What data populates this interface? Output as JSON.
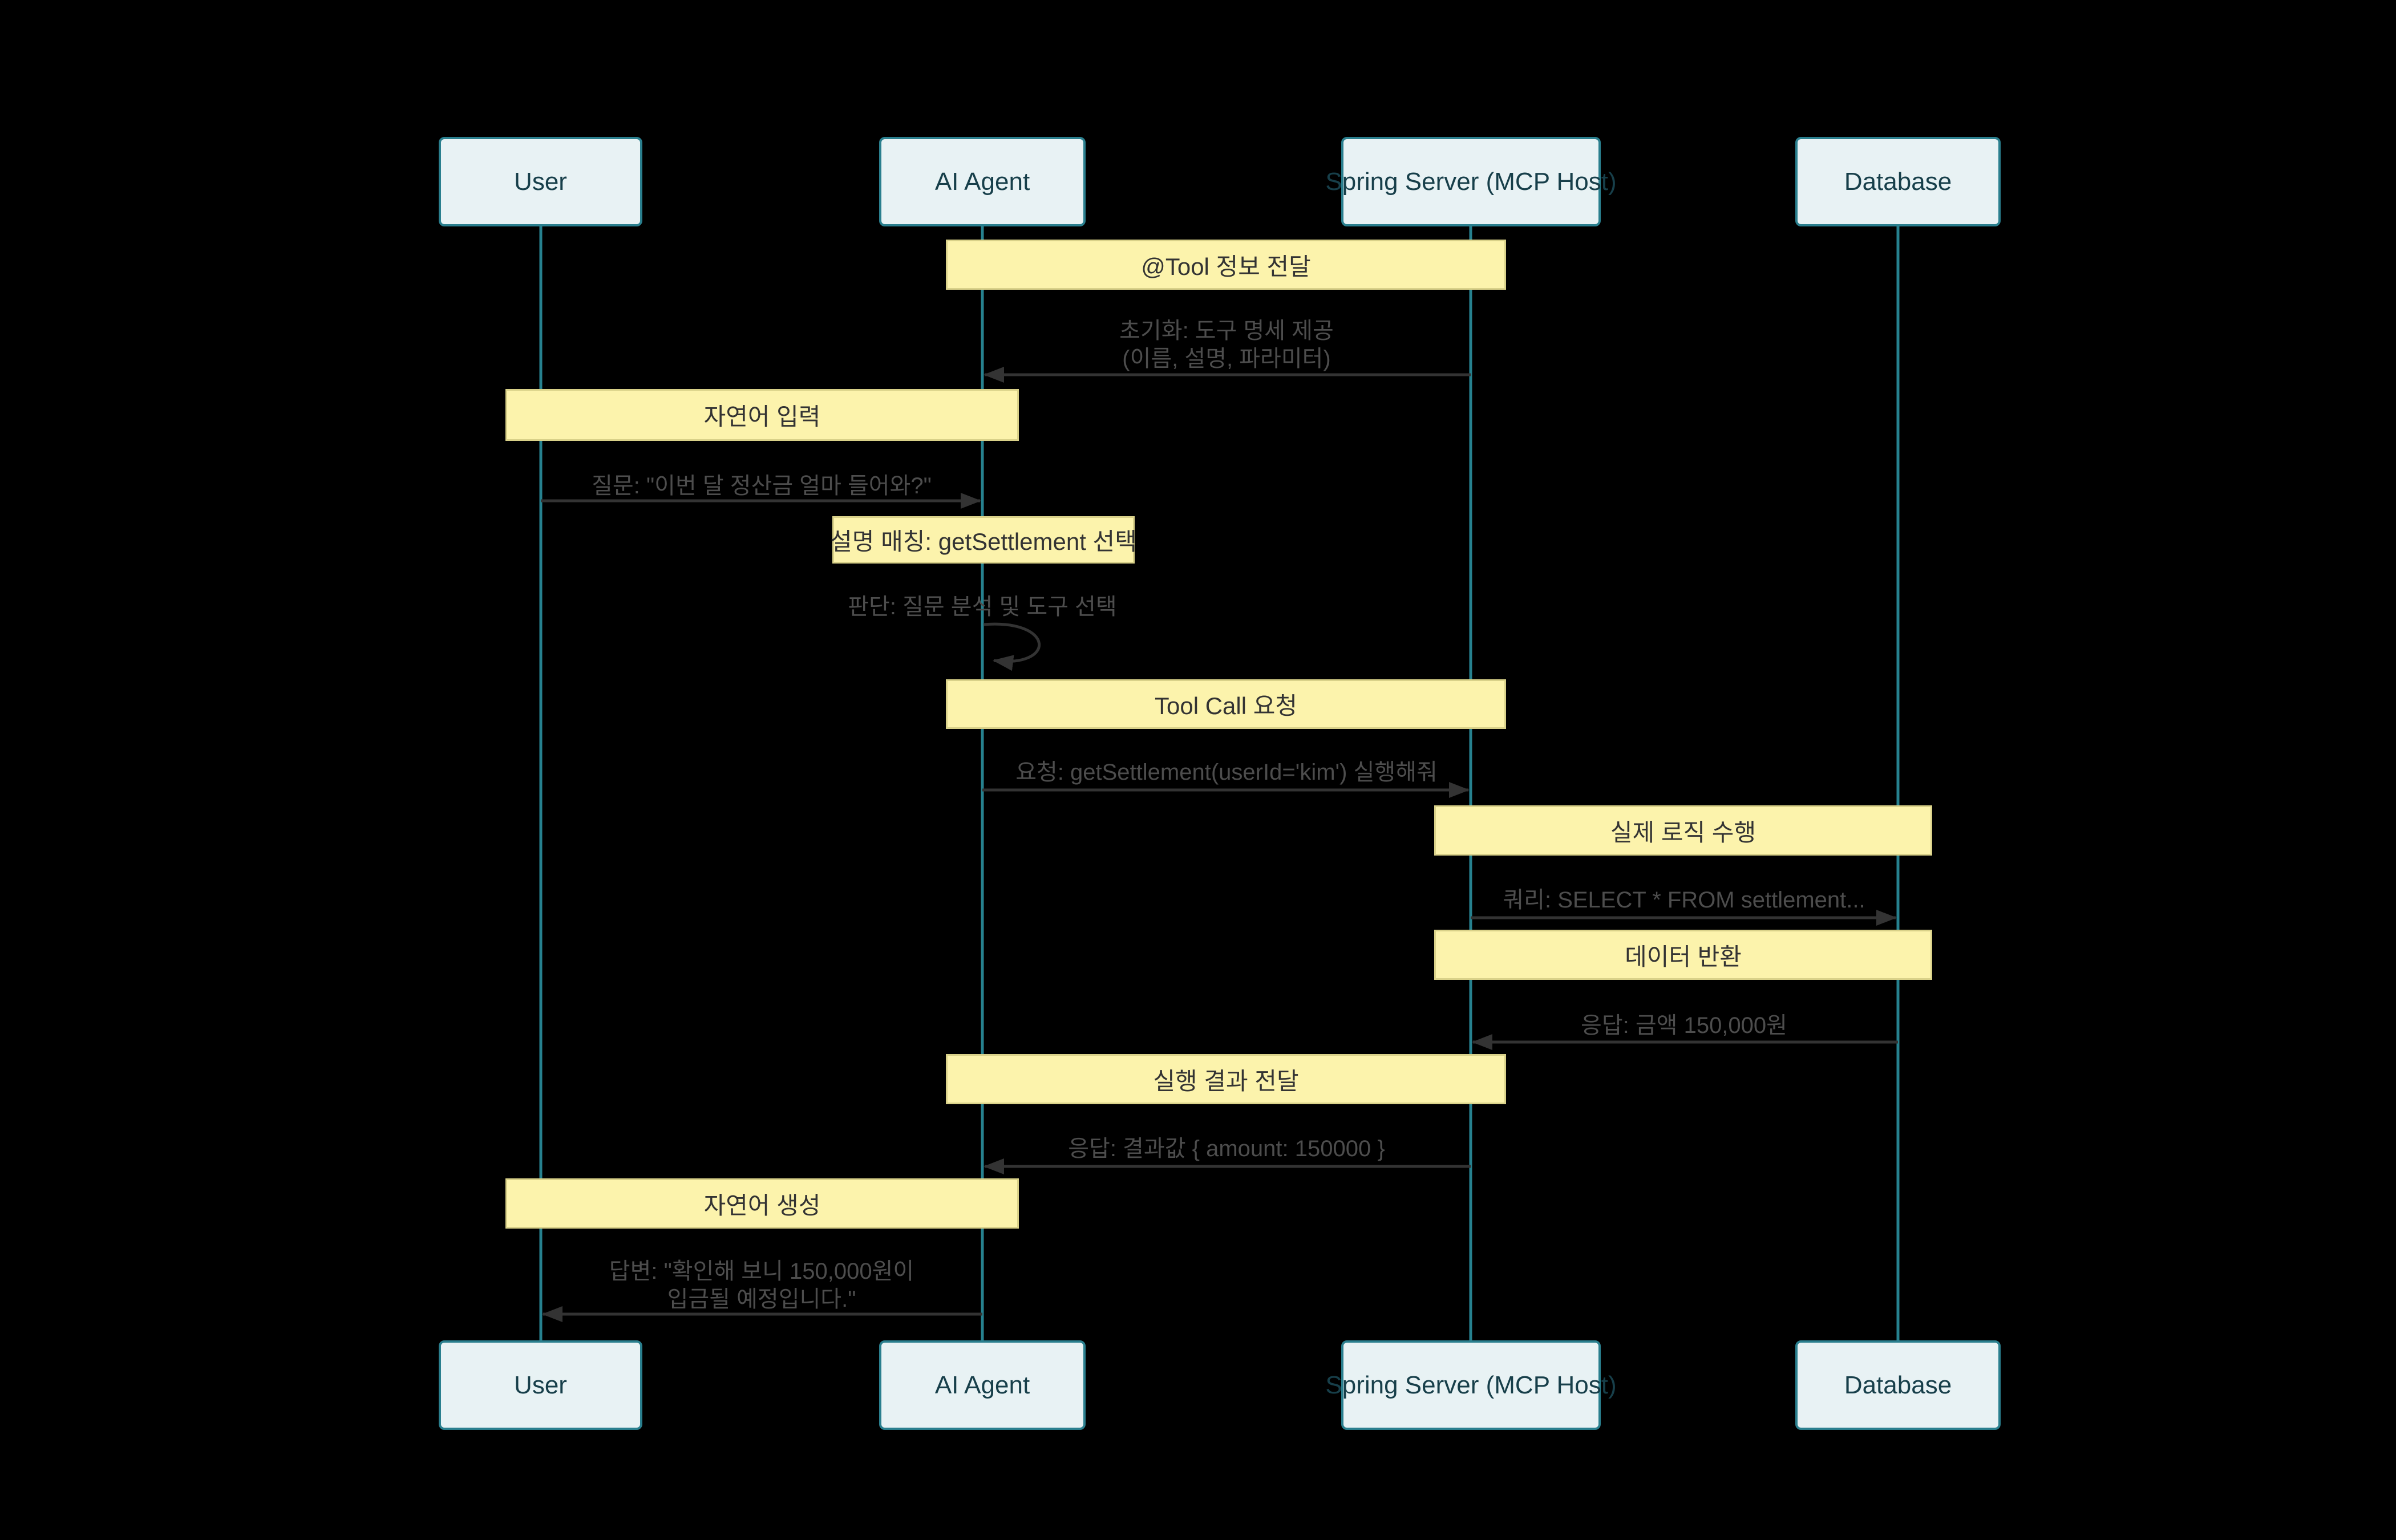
{
  "diagram": {
    "type": "sequence-diagram",
    "background_color": "#000000"
  },
  "colors": {
    "actor_fill": "#e8f2f4",
    "actor_border": "#2a7f8e",
    "actor_text": "#173f4a",
    "lifeline": "#26818f",
    "note_fill": "#fcf3ac",
    "note_border": "#d9d189",
    "note_text": "#333333",
    "message_text": "#4d4d4d",
    "arrow": "#333333"
  },
  "actors": [
    {
      "name": "User"
    },
    {
      "name": "AI Agent"
    },
    {
      "name": "Spring Server (MCP Host)"
    },
    {
      "name": "Database"
    }
  ],
  "notes": [
    {
      "label": "@Tool 정보 전달",
      "over": "AI Agent, Spring Server (MCP Host)"
    },
    {
      "label": "자연어 입력",
      "over": "User, AI Agent"
    },
    {
      "label": "설명 매칭: getSettlement 선택",
      "over": "AI Agent"
    },
    {
      "label": "Tool Call 요청",
      "over": "AI Agent, Spring Server (MCP Host)"
    },
    {
      "label": "실제 로직 수행",
      "over": "Spring Server (MCP Host), Database"
    },
    {
      "label": "데이터 반환",
      "over": "Spring Server (MCP Host), Database"
    },
    {
      "label": "실행 결과 전달",
      "over": "AI Agent, Spring Server (MCP Host)"
    },
    {
      "label": "자연어 생성",
      "over": "User, AI Agent"
    }
  ],
  "messages": [
    {
      "text": "초기화: 도구 명세 제공\n(이름, 설명, 파라미터)",
      "from": "Spring Server (MCP Host)",
      "to": "AI Agent"
    },
    {
      "text": "질문: \"이번 달 정산금 얼마 들어와?\"",
      "from": "User",
      "to": "AI Agent"
    },
    {
      "text": "판단: 질문 분석 및 도구 선택",
      "from": "AI Agent",
      "to": "AI Agent"
    },
    {
      "text": "요청: getSettlement(userId='kim') 실행해줘",
      "from": "AI Agent",
      "to": "Spring Server (MCP Host)"
    },
    {
      "text": "쿼리: SELECT * FROM settlement...",
      "from": "Spring Server (MCP Host)",
      "to": "Database"
    },
    {
      "text": "응답: 금액 150,000원",
      "from": "Database",
      "to": "Spring Server (MCP Host)"
    },
    {
      "text": "응답: 결과값 { amount: 150000 }",
      "from": "Spring Server (MCP Host)",
      "to": "AI Agent"
    },
    {
      "text": "답변: \"확인해 보니 150,000원이\n입금될 예정입니다.\"",
      "from": "AI Agent",
      "to": "User"
    }
  ]
}
